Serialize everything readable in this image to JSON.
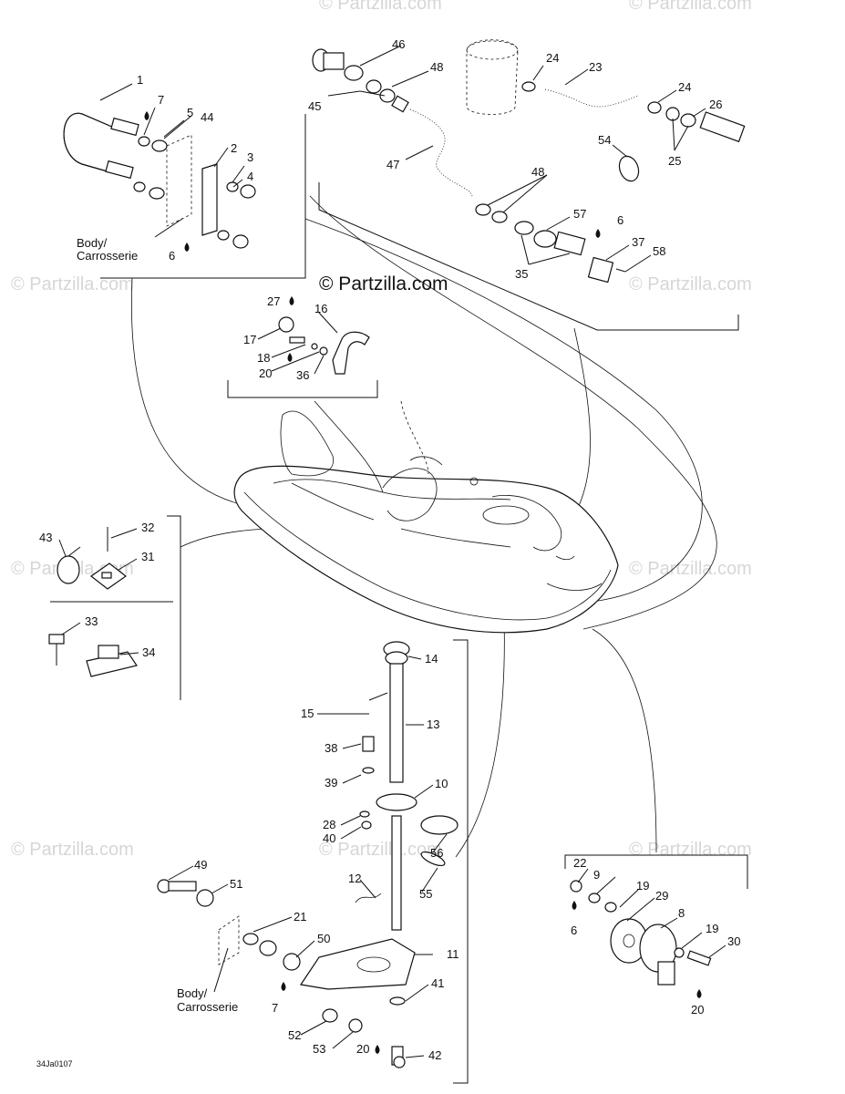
{
  "copyright": "© Partzilla.com",
  "watermark": "© Partzilla.com",
  "drawing_code": "34Ja0107",
  "body_label_line1": "Body/",
  "body_label_line2": "Carrosserie",
  "callouts": {
    "c1": "1",
    "c2": "2",
    "c3": "3",
    "c4": "4",
    "c5": "5",
    "c6a": "6",
    "c7a": "7",
    "c44": "44",
    "c45": "45",
    "c46": "46",
    "c47": "47",
    "c48a": "48",
    "c48b": "48",
    "c23": "23",
    "c24a": "24",
    "c24b": "24",
    "c25": "25",
    "c26": "26",
    "c54": "54",
    "c57": "57",
    "c6b": "6",
    "c35": "35",
    "c37": "37",
    "c58": "58",
    "c27": "27",
    "c16": "16",
    "c17": "17",
    "c18": "18",
    "c20a": "20",
    "c36": "36",
    "c43": "43",
    "c32": "32",
    "c31": "31",
    "c33": "33",
    "c34": "34",
    "c14": "14",
    "c15": "15",
    "c13": "13",
    "c38": "38",
    "c39": "39",
    "c10": "10",
    "c28": "28",
    "c40": "40",
    "c56": "56",
    "c12": "12",
    "c55": "55",
    "c11": "11",
    "c41": "41",
    "c42": "42",
    "c20b": "20",
    "c49": "49",
    "c51": "51",
    "c21": "21",
    "c50": "50",
    "c7b": "7",
    "c52": "52",
    "c53": "53",
    "c22": "22",
    "c9": "9",
    "c19a": "19",
    "c29": "29",
    "c8": "8",
    "c19b": "19",
    "c30": "30",
    "c6c": "6",
    "c20c": "20"
  }
}
